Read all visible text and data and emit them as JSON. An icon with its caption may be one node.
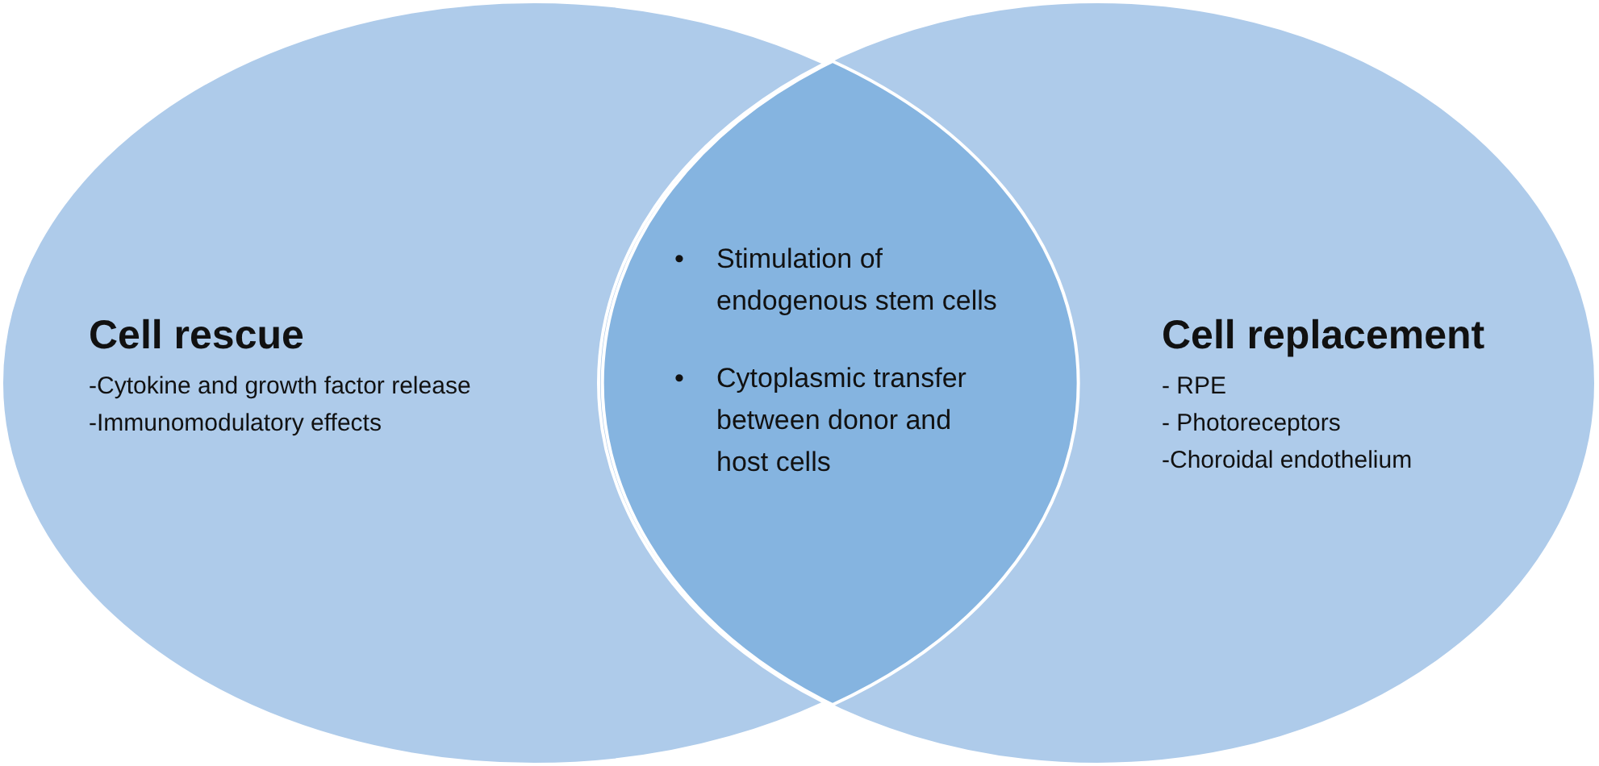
{
  "diagram": {
    "nodes": [
      {
        "text": [
          "Cell rescue",
          "-Cytokine and growth factor release",
          "-Immunomodulatory effects"
        ]
      },
      {
        "text": [
          "Cell replacement",
          "- RPE",
          "- Photoreceptors",
          "-Choroidal endothelium"
        ]
      },
      {
        "text": [
          "Stimulation of endogenous stem cells",
          "Cytoplasmic transfer between donor and host cells"
        ]
      }
    ],
    "labels": [
      "•",
      "•"
    ]
  }
}
